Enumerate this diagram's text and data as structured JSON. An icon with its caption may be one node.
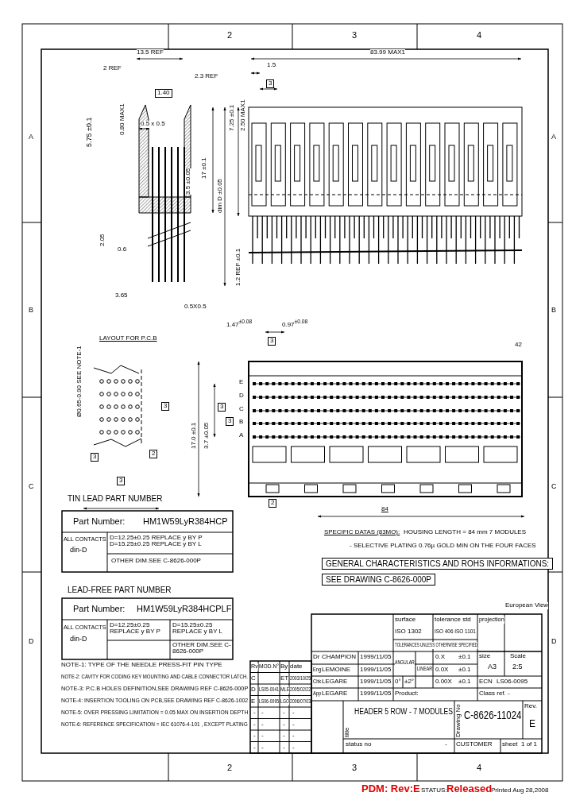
{
  "diagram": {
    "nodes": [
      {
        "text": [
          "GENERAL CHARACTERISTICS AND ROHS INFORMATIONS:"
        ]
      },
      {
        "text": [
          "SEE DRAWING C-8626-000P"
        ]
      }
    ],
    "labels": [
      "2",
      "3",
      "4",
      "A",
      "B",
      "C",
      "D",
      "A",
      "B",
      "C",
      "D",
      "2",
      "3",
      "4",
      "2 REF",
      "13.5 REF",
      "2.3 REF",
      "1.40",
      "5.75 ±0.1",
      "0.80 MAX1",
      "0.5 x 0.5",
      "3.5 ±0.05",
      "17 ±0.1",
      "dim D ±0.05",
      "2.05",
      "0.6",
      "3.65",
      "0.5X0.5",
      "83.99 MAX1",
      "1.5",
      "3",
      "7.25 ±0.1",
      "2.50 MAX1",
      "1.2 REF ±0.1",
      "1.47$^{±0.08}$",
      "0.97$^{±0.08}$",
      "3",
      "42",
      "E",
      "D",
      "C",
      "B",
      "A",
      "17.0 ±0.1",
      "3.7 ±0.05",
      "3",
      "3",
      "2",
      "84",
      "LAYOUT FOR P.C.B",
      "Ø0.65-0.90 SEE NOTE-1",
      "3",
      "2",
      "3",
      "3",
      "TIN LEAD PART NUMBER",
      "Part Number:",
      "HM1W59LyR384HCP",
      "ALL CONTACTS",
      "din-D",
      "D=12.25±0.25 REPLACE y BY P D=15.25±0.25 REPLACE y BY L",
      "OTHER DIM.SEE C-8626-000P",
      "LEAD-FREE PART NUMBER",
      "Part Number:",
      "HM1W59LyR384HCPLF",
      "ALL CONTACTS",
      "din-D",
      "D=12.25±0.25 REPLACE y BY P",
      "D=15.25±0.25 REPLACE y BY L",
      "OTHER DIM.SEE C-8626-000P",
      "NOTE-1: TYPE OF THE NEEDLE PRESS-FIT PIN TYPE",
      "NOTE-2: CAVITY FOR CODING KEY MOUNTING AND CABLE CONNECTOR LATCH.",
      "NOTE-3: P.C.B HOLES DEFINITION,SEE DRAWING REF C-8626-000P",
      "NOTE-4: INSERTION TOOLING ON PCB,SEE DRAWING REF C-8626-1002",
      "NOTE-5: OVER PRESSING LIMITATION = 0.05 MAX ON INSERTION DEPTH",
      "NOTE-6: REFERENCE SPECIFICATION = IEC 61076-4-101 , EXCEPT PLATING",
      "SPECIFIC DATAS (83MO):",
      "HOUSING LENGTH = 84 mm 7 MODULES",
      "- SELECTIVE PLATING 0.76µ GOLD MIN ON THE FOUR FACES",
      "European View",
      "Rv",
      "MOD.N°",
      "By",
      "date",
      "C",
      "ET",
      "2003/10/25",
      "D",
      "LS05-0041",
      "MLE",
      "2005/02/22",
      "E",
      "LS06-0095",
      "LGO",
      "2006/07/03",
      "-",
      "-",
      "-",
      "-",
      "-",
      "-",
      "-",
      "-",
      "-",
      "-",
      "-",
      "-",
      "-",
      "-",
      "-",
      "-",
      "surface",
      "ISO 1302",
      "tolerance std",
      "ISO 406 ISO 1101",
      "projection",
      "TOLERANCES UNLESS OTHERWISE SPECIFIED",
      "Dr",
      "CHAMPION",
      "1999/11/05",
      "ANGULAR",
      "LINEAR",
      "0.X",
      "±0.1",
      "size",
      "A3",
      "Scale",
      "Eng",
      "LEMOINE",
      "1999/11/05",
      "0.0X",
      "±0.1",
      "2:5",
      "Chk",
      "LEGARE",
      "1999/11/05",
      "0°",
      "±2°",
      "0.00X",
      "±0.1",
      "ECN",
      "LS06-0095",
      "App",
      "LEGARE",
      "1999/11/05",
      "Product:",
      "Class ref. -",
      "title",
      "HEADER 5 ROW - 7 MODULES",
      "Drawing No",
      "C-8626-11024",
      "Rev.",
      "E",
      "status no",
      "-",
      "CUSTOMER",
      "sheet",
      "1 of 1",
      "PDM: Rev:E",
      "STATUS:",
      "Released",
      "Printed Aug 28,2008"
    ]
  }
}
